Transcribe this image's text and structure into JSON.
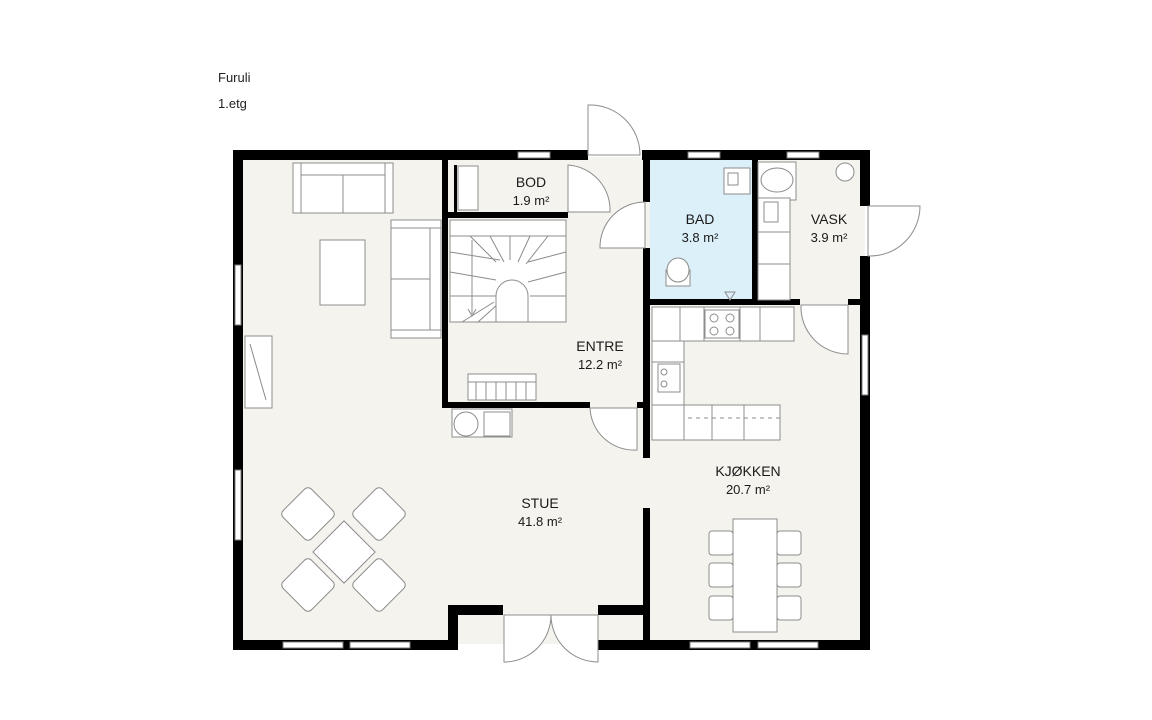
{
  "header": {
    "project_name": "Furuli",
    "floor": "1.etg"
  },
  "colors": {
    "floor": "#f5f3ee",
    "bathroom": "#dcf0fa",
    "wall": "#000000"
  },
  "rooms": {
    "bod": {
      "name": "BOD",
      "area": "1.9 m²"
    },
    "bad": {
      "name": "BAD",
      "area": "3.8 m²"
    },
    "vask": {
      "name": "VASK",
      "area": "3.9 m²"
    },
    "entre": {
      "name": "ENTRE",
      "area": "12.2 m²"
    },
    "kjokken": {
      "name": "KJØKKEN",
      "area": "20.7 m²"
    },
    "stue": {
      "name": "STUE",
      "area": "41.8 m²"
    }
  }
}
